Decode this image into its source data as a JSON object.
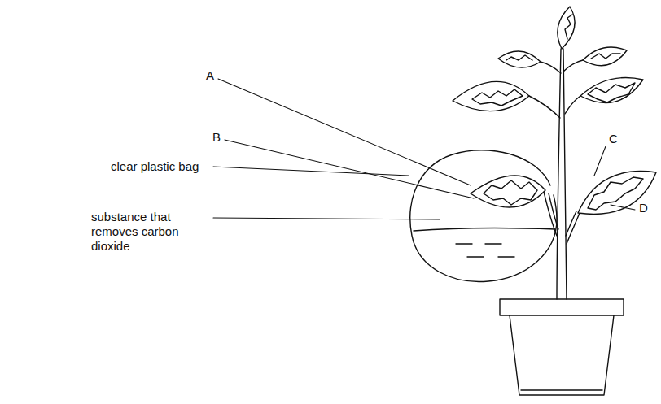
{
  "diagram": {
    "labels": [
      "A",
      "B",
      "C",
      "D",
      "clear plastic bag",
      "substance that removes carbon dioxide"
    ]
  }
}
